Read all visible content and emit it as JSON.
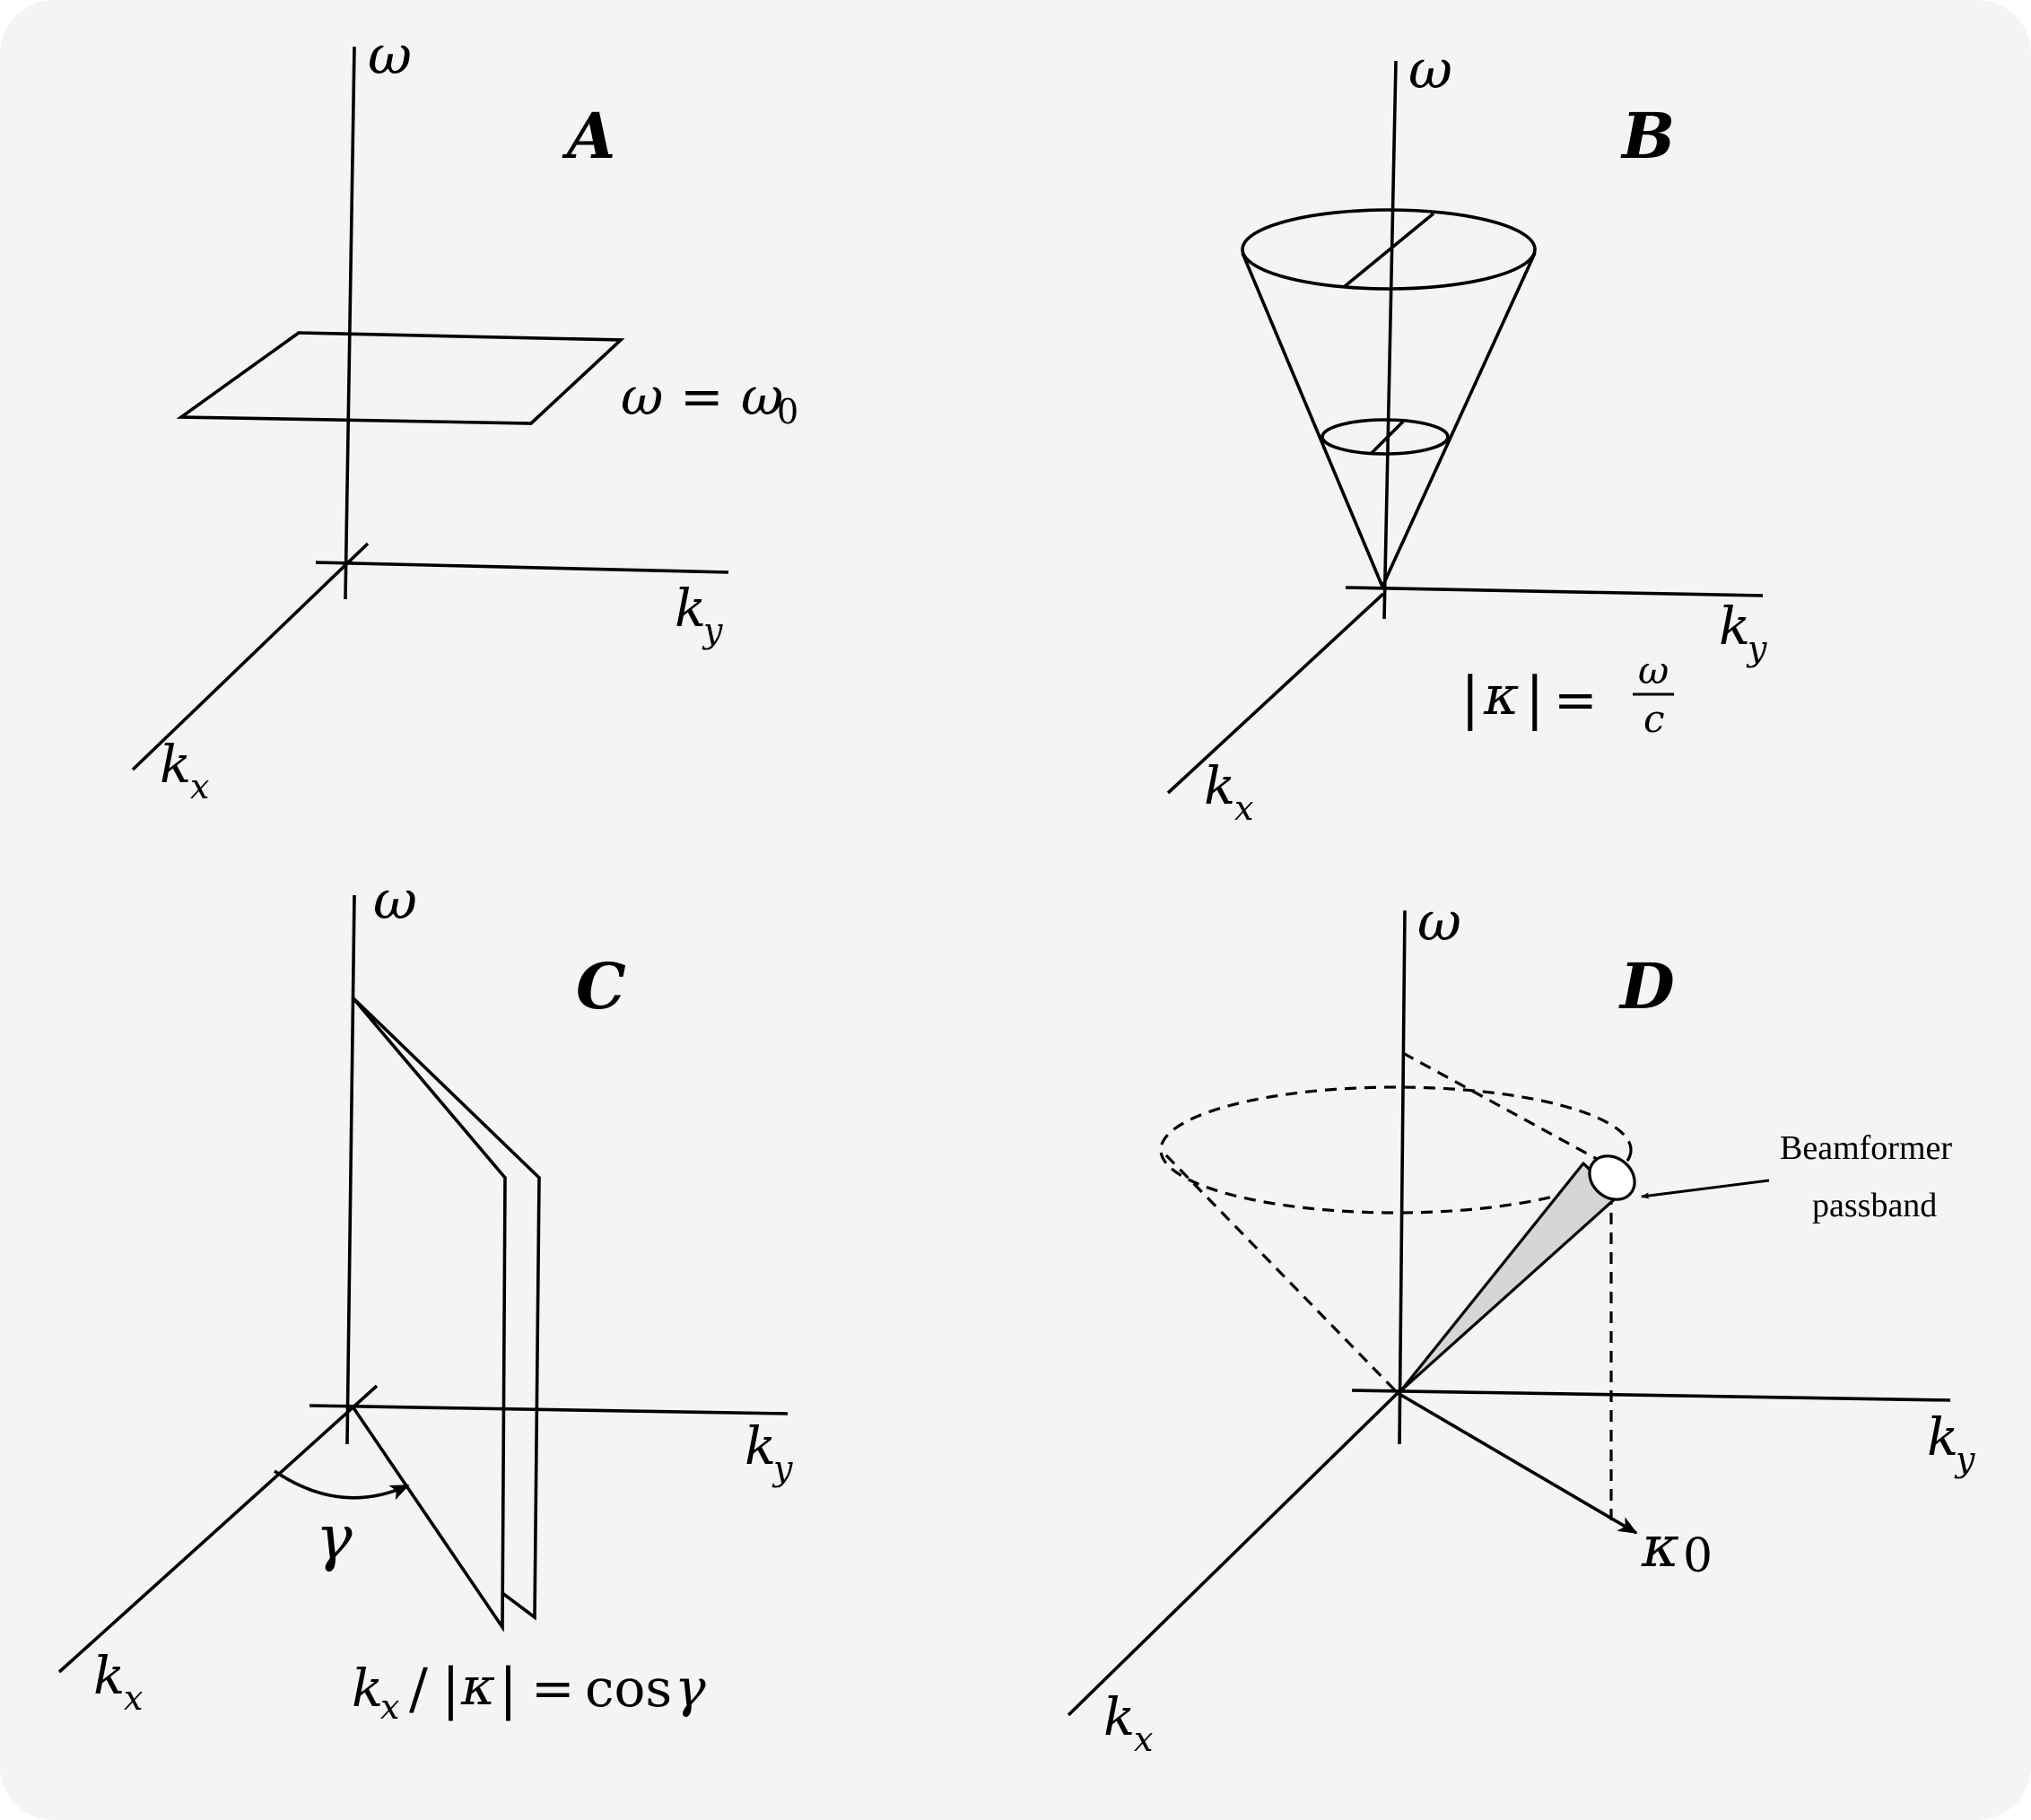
{
  "panels": [
    {
      "id": "A",
      "title": "A",
      "axes": {
        "vertical": "ω",
        "depth": "k",
        "depth_sub": "x",
        "horizontal": "k",
        "horizontal_sub": "y"
      },
      "equation": {
        "lhs": "ω",
        "op": "=",
        "rhs": "ω",
        "rhs_sub": "0"
      }
    },
    {
      "id": "B",
      "title": "B",
      "axes": {
        "vertical": "ω",
        "depth": "k",
        "depth_sub": "x",
        "horizontal": "k",
        "horizontal_sub": "y"
      },
      "equation": {
        "bar": "|",
        "symbol": "κ",
        "op": "=",
        "numerator": "ω",
        "denominator": "c"
      }
    },
    {
      "id": "C",
      "title": "C",
      "axes": {
        "vertical": "ω",
        "depth": "k",
        "depth_sub": "x",
        "horizontal": "k",
        "horizontal_sub": "y"
      },
      "angle": "γ",
      "equation": {
        "k": "k",
        "k_sub": "x",
        "slash": "/",
        "bar": "|",
        "symbol": "κ",
        "op": "=",
        "func": "cos",
        "arg": "γ"
      }
    },
    {
      "id": "D",
      "title": "D",
      "axes": {
        "vertical": "ω",
        "depth": "k",
        "depth_sub": "x",
        "horizontal": "k",
        "horizontal_sub": "y"
      },
      "vector": {
        "symbol": "κ",
        "sub": "0"
      },
      "annotation": [
        "Beamformer",
        "passband"
      ]
    }
  ]
}
